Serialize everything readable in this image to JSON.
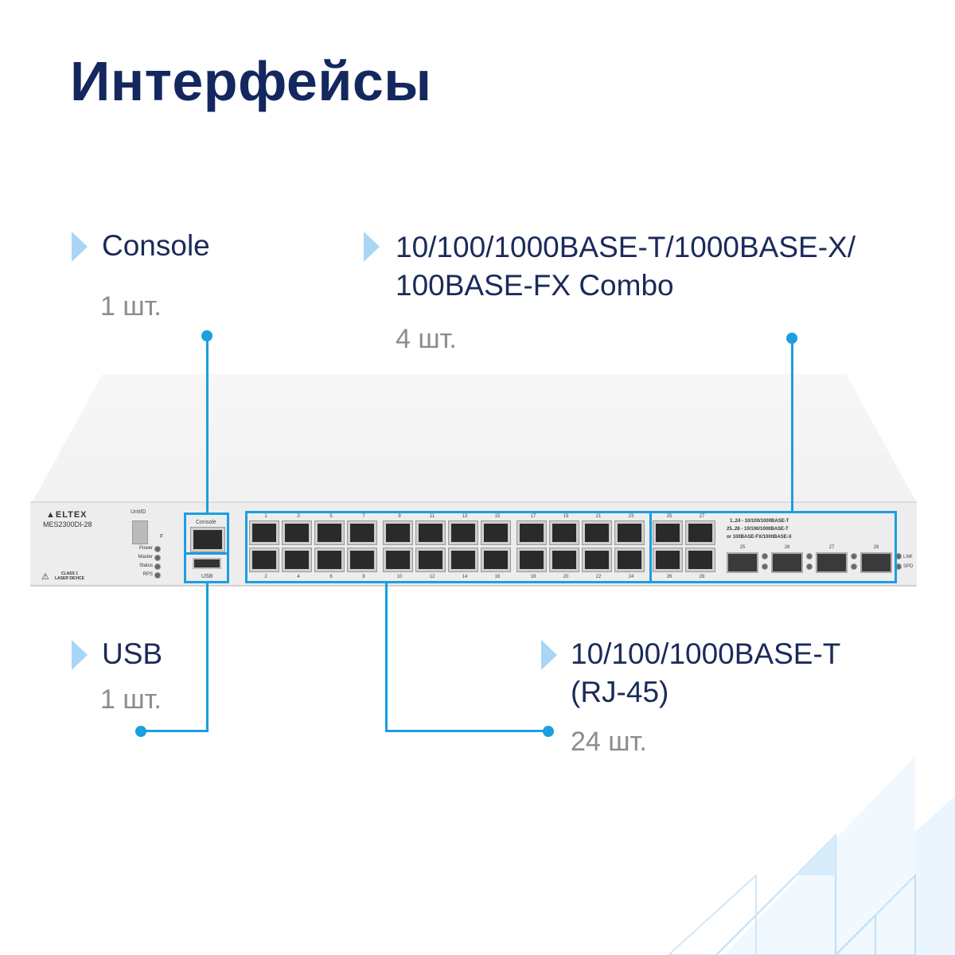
{
  "title": "Интерфейсы",
  "callouts": {
    "console": {
      "label": "Console",
      "count": "1 шт."
    },
    "combo": {
      "label_line1": "10/100/1000BASE-T/1000BASE-X/",
      "label_line2": "100BASE-FX Combo",
      "count": "4 шт."
    },
    "usb": {
      "label": "USB",
      "count": "1 шт."
    },
    "rj45": {
      "label_line1": "10/100/1000BASE-T",
      "label_line2": "(RJ-45)",
      "count": "24 шт."
    }
  },
  "device": {
    "brand": "ELTEX",
    "model": "MES2300DI-28",
    "unit_id_label": "UnitID",
    "f_label": "F",
    "leds": [
      "Power",
      "Master",
      "Status",
      "RPS"
    ],
    "laser_label_1": "CLASS 1",
    "laser_label_2": "LASER DEVICE",
    "console_label": "Console",
    "usb_label": "USB",
    "legend": [
      "1..24 - 10/100/1000BASE-T",
      "25..28 - 10/100/1000BASE-T",
      "or 100BASE-FX/1000BASE-X"
    ],
    "sfp_ports": [
      "25",
      "26",
      "27",
      "28"
    ],
    "lnk_label": "LNK",
    "spd_label": "SPD"
  },
  "colors": {
    "accent": "#1a9fe0",
    "title": "#14275e",
    "marker": "#a9d6f5"
  }
}
